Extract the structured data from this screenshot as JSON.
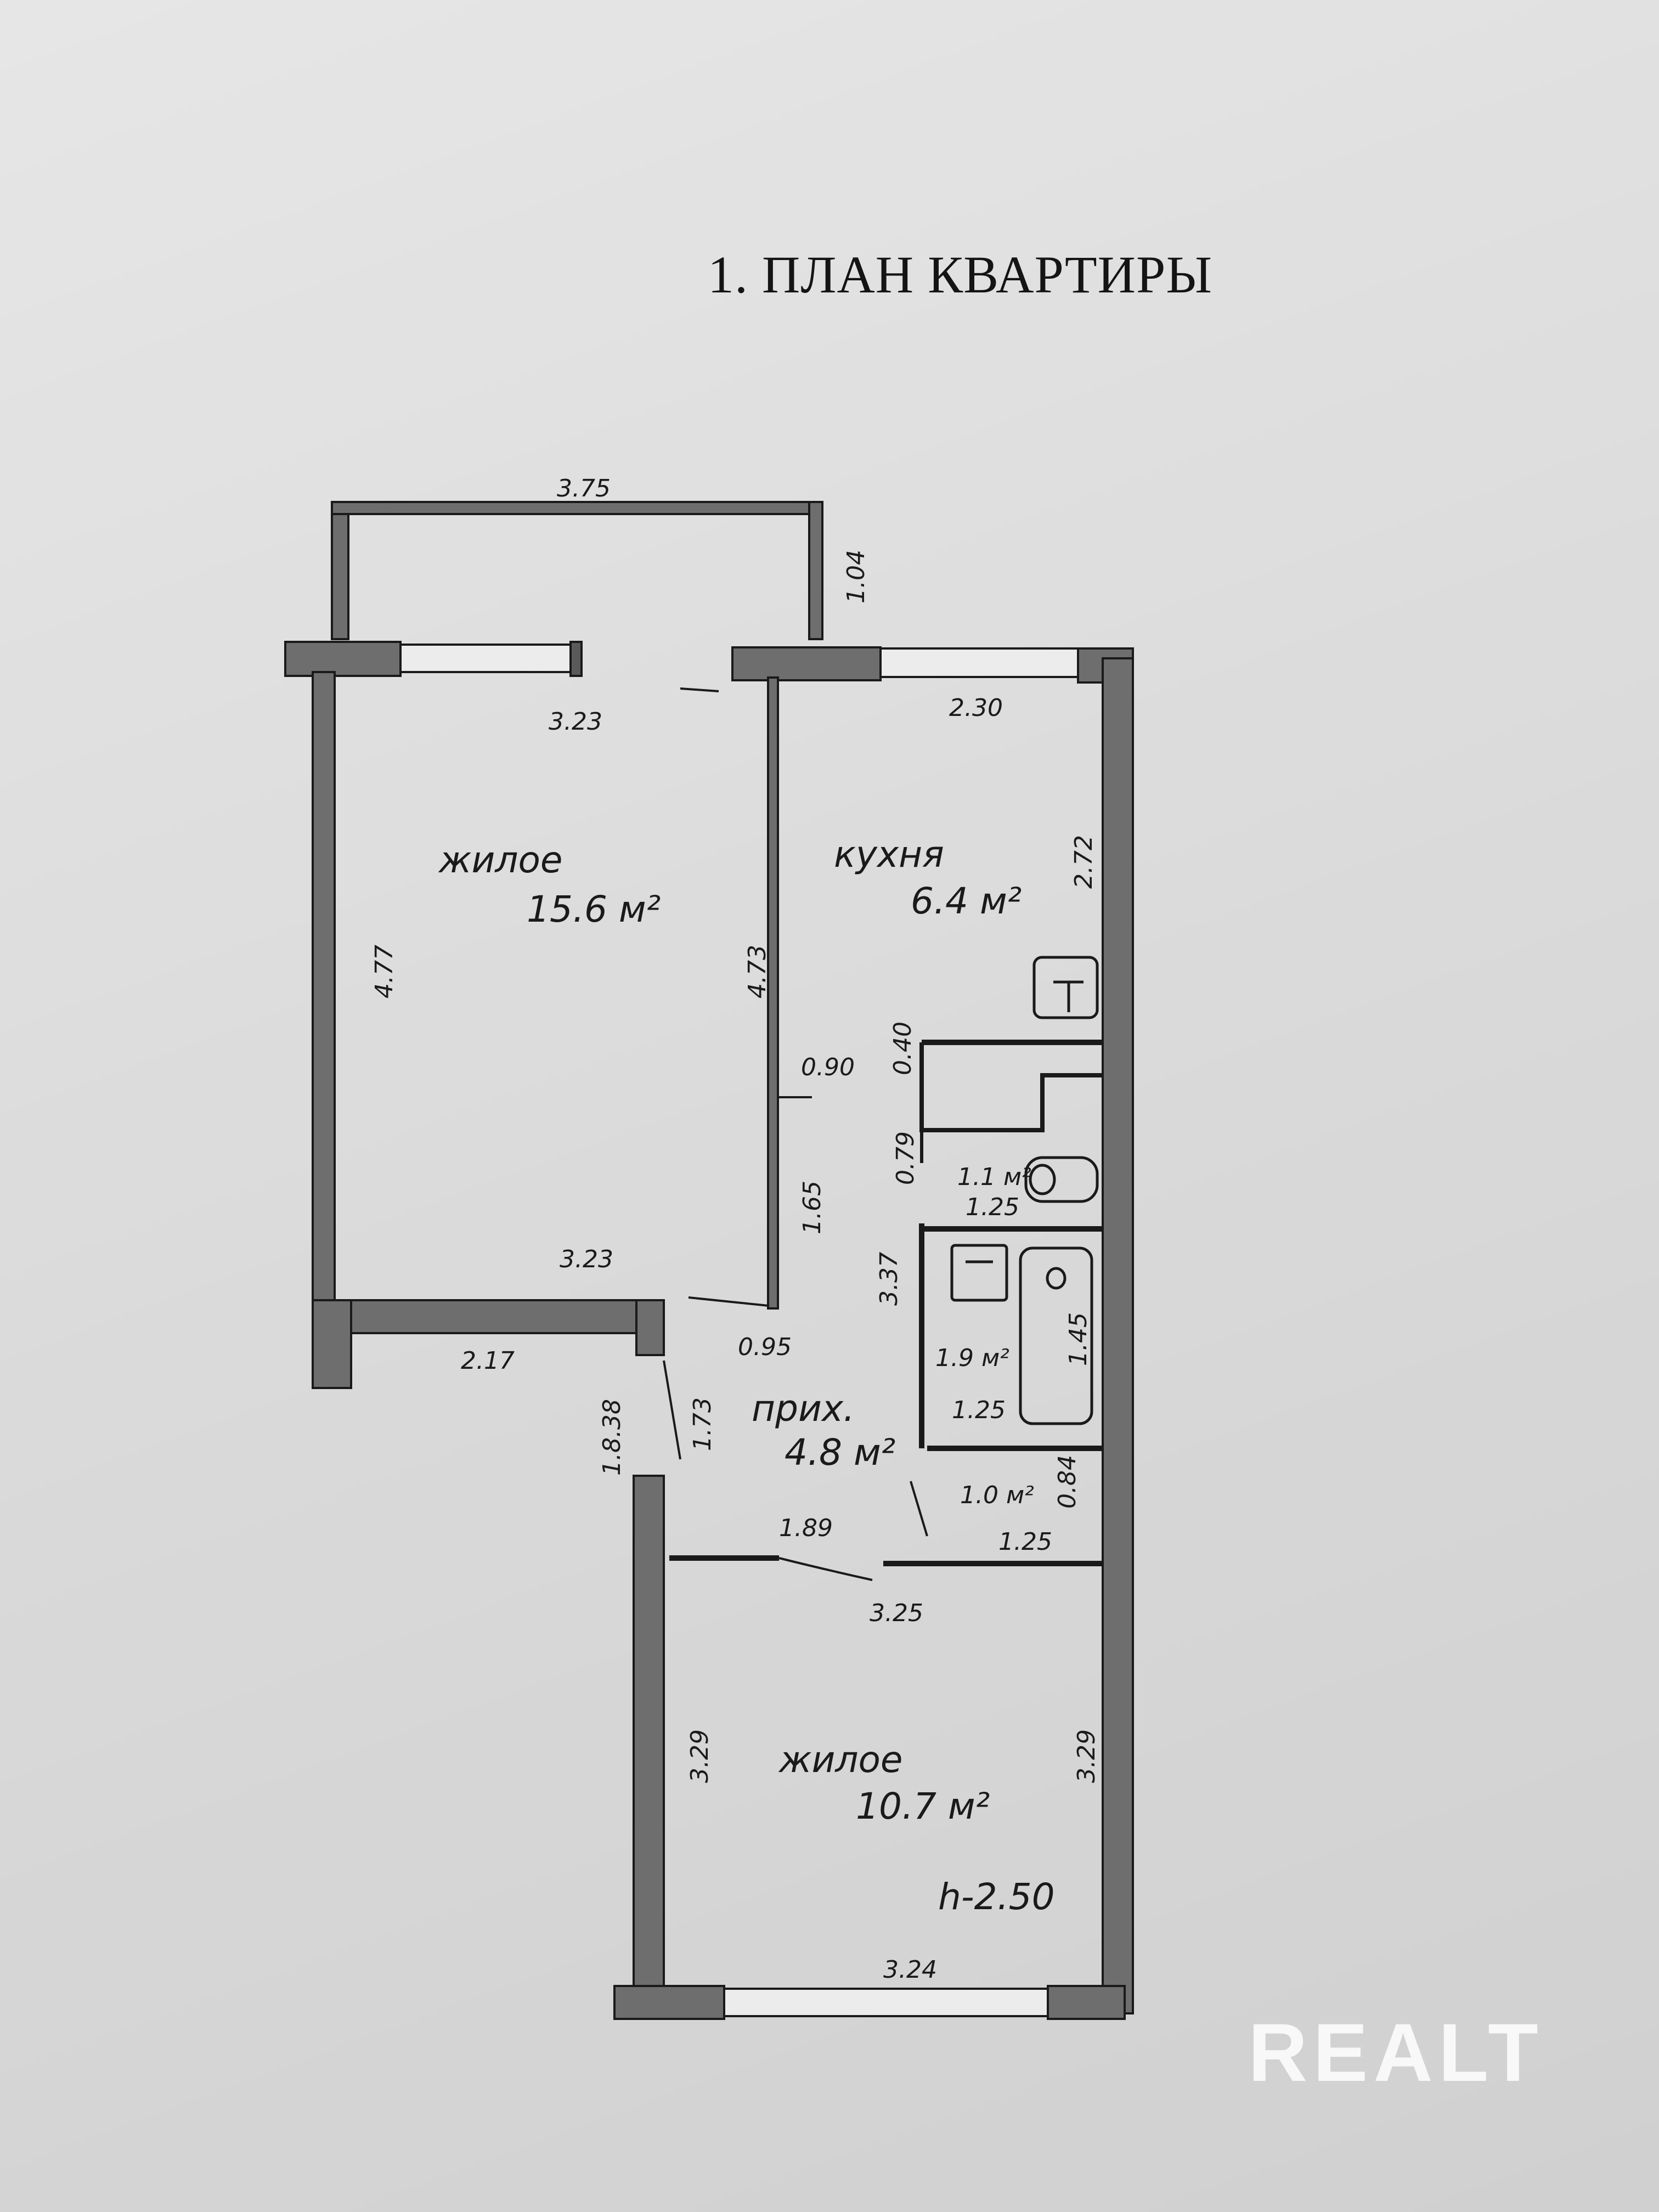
{
  "title": "1. ПЛАН КВАРТИРЫ",
  "rooms": {
    "living_1": {
      "name": "жилое",
      "area": "15.6 м²"
    },
    "kitchen": {
      "name": "кухня",
      "area": "6.4 м²"
    },
    "hall": {
      "name": "прих.",
      "area": "4.8 м²"
    },
    "wc": {
      "area": "1.1 м²"
    },
    "bath": {
      "area": "1.9 м²"
    },
    "closet": {
      "area": "1.0 м²"
    },
    "living_2": {
      "name": "жилое",
      "area": "10.7 м²"
    }
  },
  "dimensions": {
    "balcony_width": "3.75",
    "balcony_depth": "1.04",
    "living1_top": "3.23",
    "living1_left": "4.77",
    "living1_right": "4.73",
    "living1_bottom": "3.23",
    "kitchen_top": "2.30",
    "kitchen_right": "2.72",
    "hall_door_090": "0.90",
    "dim_040": "0.40",
    "dim_165": "1.65",
    "dim_337": "3.37",
    "wc_side": "0.79",
    "wc_width": "1.25",
    "bath_width": "1.25",
    "bath_length": "1.45",
    "hall_095": "0.95",
    "dim_217": "2.17",
    "dim_838": "1.8.38",
    "dim_173": "1.73",
    "hall_189": "1.89",
    "closet_width": "1.25",
    "closet_depth": "0.84",
    "living2_top": "3.25",
    "living2_left": "3.29",
    "living2_right": "3.29",
    "living2_bottom": "3.24",
    "ceiling_height": "h-2.50"
  },
  "watermark": "REALT"
}
